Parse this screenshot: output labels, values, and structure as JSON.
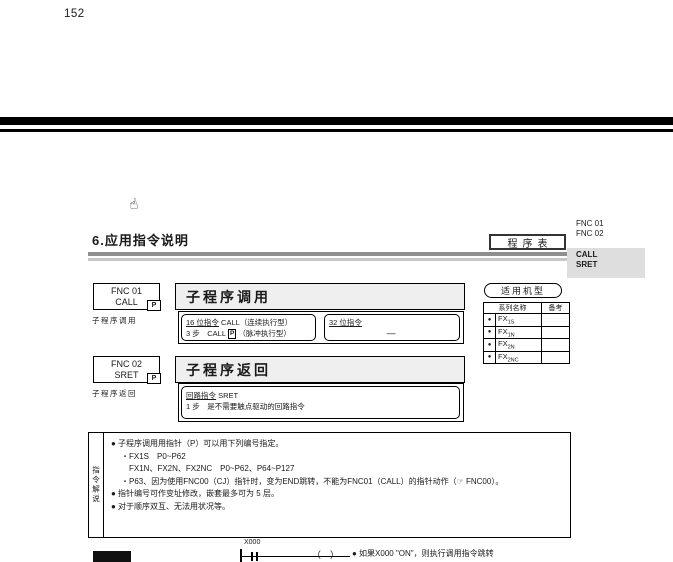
{
  "page": {
    "number": "152"
  },
  "masthead": {
    "hand_glyph": "☝",
    "section_title": "6.应用指令说明",
    "fnc_ref_1": "FNC 01",
    "fnc_ref_2": "FNC 02",
    "program_table": "程序表",
    "call_ref": "CALL",
    "sret_ref": "SRET"
  },
  "call": {
    "fnc": "FNC 01",
    "mnemonic": "CALL",
    "corner_mark": "P",
    "caption": "子程序调用",
    "title": "子程序调用",
    "spec16_label": "16 位指令",
    "spec16_text": "CALL（连续执行型）",
    "spec16_line2a": "3 步　CALL",
    "spec16_p": "P",
    "spec16_line2b": "（脉冲执行型）",
    "spec32_label": "32 位指令",
    "spec32_value": "—"
  },
  "models": {
    "title": "适用机型",
    "col_series": "系列名称",
    "col_note": "备考",
    "rows": [
      {
        "mark": "●",
        "base": "FX",
        "sub": "1S"
      },
      {
        "mark": "●",
        "base": "FX",
        "sub": "1N"
      },
      {
        "mark": "●",
        "base": "FX",
        "sub": "2N"
      },
      {
        "mark": "●",
        "base": "FX",
        "sub": "2NC"
      }
    ]
  },
  "sret": {
    "fnc": "FNC 02",
    "mnemonic": "SRET",
    "corner_mark": "P",
    "caption": "子程序返回",
    "title": "子程序返回",
    "spec_label": "回路指令",
    "spec_text": "SRET",
    "spec_line2": "1 步　是不需要触点驱动的回路指令"
  },
  "notes": {
    "side_label": "指令解说",
    "items": [
      "● 子程序调用用指针（P）可以用下列编号指定。",
      "・FX1S　P0~P62",
      "FX1N、FX2N、FX2NC　P0~P62、P64~P127",
      "・P63、因为使用FNC00（CJ）指针时，变为END跳转，不能为FNC01（CALL）的指针动作（☞ FNC00）。",
      "● 指针编号可作变址修改，嵌套最多可为 5 层。",
      "● 对于顺序双互、无法用状况等。"
    ]
  },
  "example": {
    "ladder_input": "X000",
    "note": "● 如果X000 \"ON\"，则执行调用指令跳转"
  }
}
